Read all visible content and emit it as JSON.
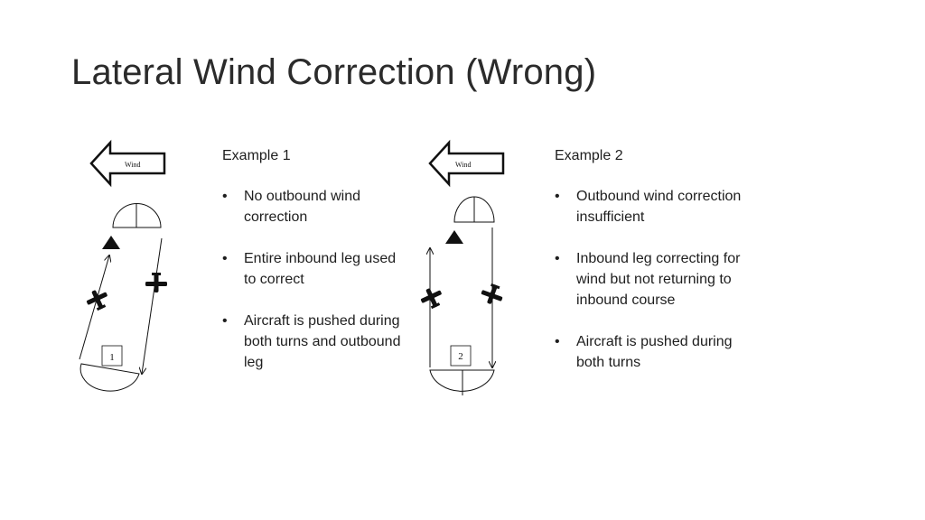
{
  "title": "Lateral Wind Correction (Wrong)",
  "examples": [
    {
      "heading": "Example 1",
      "bullets": [
        "No outbound wind correction",
        "Entire inbound leg used to correct",
        "Aircraft is pushed during both turns and outbound leg"
      ],
      "wind_label": "Wind",
      "box_label": "1"
    },
    {
      "heading": "Example 2",
      "bullets": [
        "Outbound wind correction insufficient",
        "Inbound leg correcting for wind but not returning to inbound course",
        "Aircraft is pushed during both turns"
      ],
      "wind_label": "Wind",
      "box_label": "2"
    }
  ],
  "icons": {
    "wind_arrow": "left-arrow-icon",
    "aircraft": "airplane-icon",
    "fix": "triangle-icon"
  },
  "colors": {
    "line": "#111111",
    "text": "#1e1e1e"
  }
}
